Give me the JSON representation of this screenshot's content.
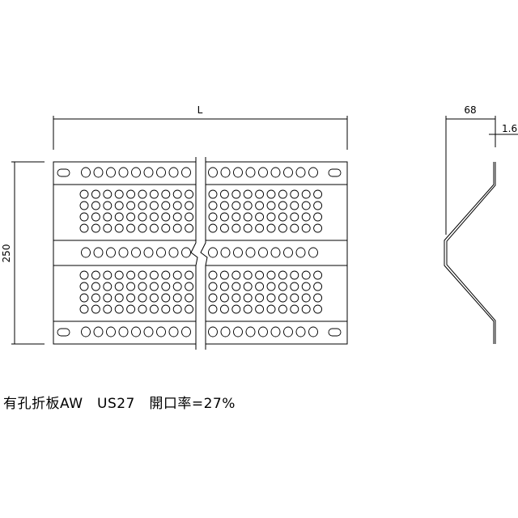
{
  "dimensions": {
    "length_label": "L",
    "height_label": "250",
    "depth_label": "68",
    "thickness_label": "1.6"
  },
  "caption": "有孔折板AW　US27　開口率=27%"
}
